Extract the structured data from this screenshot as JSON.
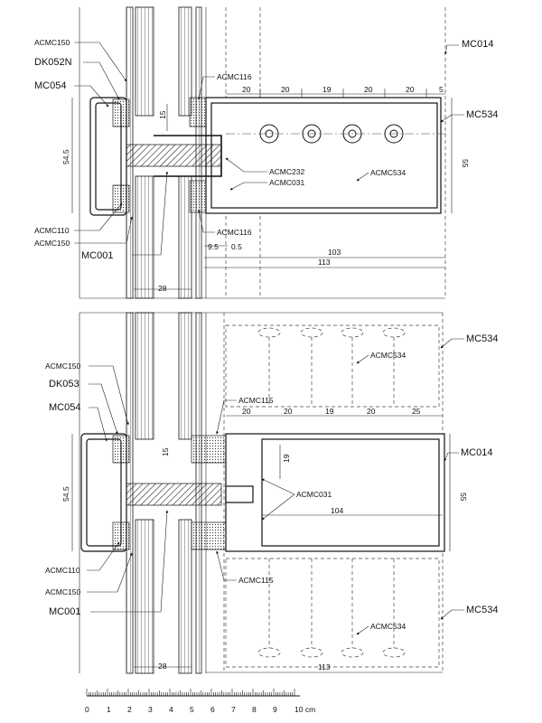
{
  "top": {
    "left_labels": [
      "ACMC150",
      "DK052N",
      "MC054",
      "ACMC110",
      "ACMC150",
      "MC001"
    ],
    "right_labels": [
      "ACMC116",
      "MC014",
      "MC534",
      "ACMC232",
      "ACMC031",
      "ACMC534",
      "ACMC116"
    ],
    "dims_top": [
      "20",
      "20",
      "19",
      "20",
      "20",
      "5"
    ],
    "dim_height": "54.5",
    "dim_height_right": "55",
    "dim_15": "15",
    "dim_9_5": "9.5",
    "dim_0_5": "0.5",
    "dim_103": "103",
    "dim_113": "113",
    "dim_28": "28"
  },
  "bottom": {
    "left_labels": [
      "ACMC150",
      "DK053",
      "MC054",
      "ACMC110",
      "ACMC150",
      "MC001"
    ],
    "right_labels": [
      "MC534",
      "ACMC534",
      "ACMC115",
      "MC014",
      "ACMC031",
      "ACMC115",
      "MC534",
      "ACMC534"
    ],
    "dims_top": [
      "20",
      "20",
      "19",
      "20",
      "25"
    ],
    "dim_height": "54.5",
    "dim_height_right": "55",
    "dim_15": "15",
    "dim_19": "19",
    "dim_104": "104",
    "dim_113": "113",
    "dim_28": "28"
  },
  "scale": {
    "ticks": [
      "0",
      "1",
      "2",
      "3",
      "4",
      "5",
      "6",
      "7",
      "8",
      "9",
      "10 cm"
    ]
  }
}
